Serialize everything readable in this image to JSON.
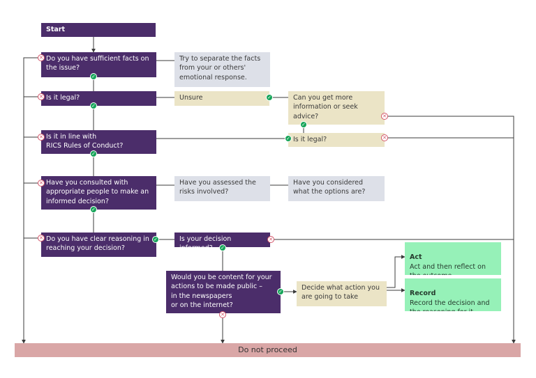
{
  "nodes": {
    "start": "Start",
    "q_facts": "Do you have sufficient facts on the issue?",
    "hint_separate": "Try to separate the facts from your or others' emotional response.",
    "q_legal": "Is it legal?",
    "unsure": "Unsure",
    "q_more_info": "Can you get more information or seek advice?",
    "q_rics": "Is it in line with\nRICS Rules of Conduct?",
    "q_legal_2": "Is it legal?",
    "q_consulted": "Have you consulted with appropriate people to make an informed decision?",
    "hint_risks": "Have you assessed the risks involved?",
    "hint_options": "Have you considered what the options are?",
    "q_reasoning": "Do you have clear reasoning in reaching your decision?",
    "q_informed": "Is your decision informed?",
    "q_public": "Would you be content for your actions to be made public –\nin the newspapers\nor on the internet?",
    "decide_action": "Decide what action you are going to take",
    "act_title": "Act",
    "act_text": "Act and then reflect on the outcome",
    "record_title": "Record",
    "record_text": "Record the decision and the reasoning for it",
    "do_not_proceed": "Do not proceed"
  },
  "decision_marks": {
    "yes_symbol": "✓",
    "no_symbol": "✕",
    "yes_color": "#17a55a",
    "no_color": "#d35468"
  },
  "colors": {
    "question_fill": "#4b2d6a",
    "hint_fill": "#dde0e8",
    "unsure_fill": "#ebe4c6",
    "outcome_fill": "#96f1b8",
    "stop_fill": "#d9a6a6",
    "connector": "#3b3b3b"
  }
}
